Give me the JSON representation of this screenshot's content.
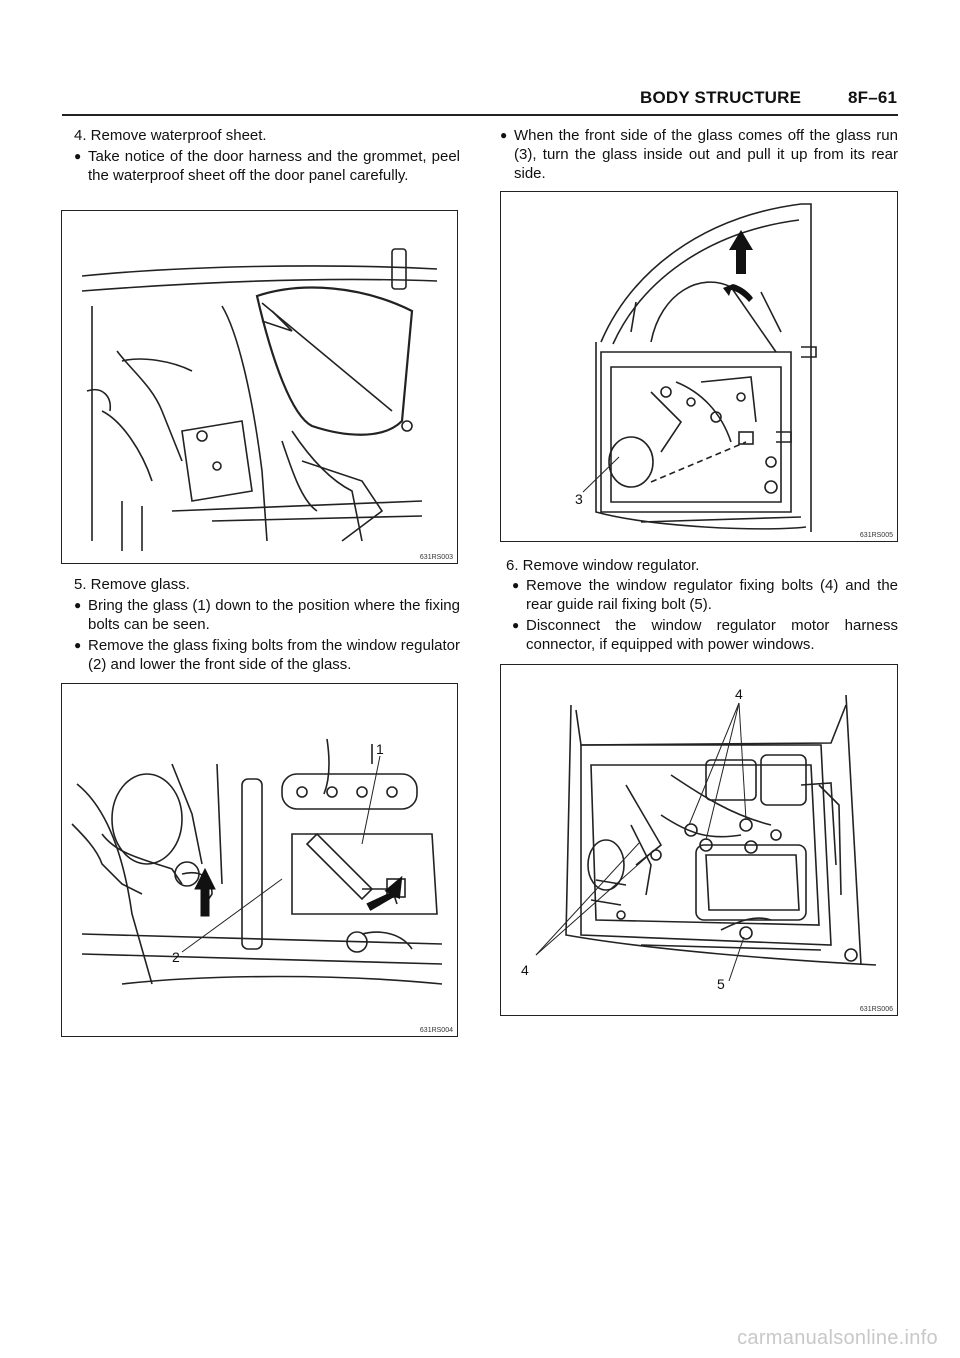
{
  "header": {
    "section": "BODY STRUCTURE",
    "page": "8F–61"
  },
  "left": {
    "step4": "4. Remove waterproof sheet.",
    "step4_bullet1": "Take notice of the door harness and the grommet, peel the waterproof sheet off the door panel carefully.",
    "fig1_id": "631RS003",
    "step5": "5. Remove glass.",
    "step5_bullet1": "Bring the glass (1) down to the position where the fixing bolts can be seen.",
    "step5_bullet2": "Remove the glass fixing bolts from the window regulator (2) and lower the front side of the glass.",
    "fig2_id": "631RS004",
    "fig2_callout1": "1",
    "fig2_callout2": "2"
  },
  "right": {
    "step5_bullet3": "When the front side of the glass comes off the glass run (3), turn the glass inside out and pull it up from its rear side.",
    "fig3_id": "631RS005",
    "fig3_callout3": "3",
    "step6": "6. Remove window regulator.",
    "step6_bullet1": "Remove the window regulator fixing bolts (4) and the rear guide rail fixing bolt (5).",
    "step6_bullet2": "Disconnect the window regulator motor harness connector, if equipped with power windows.",
    "fig4_id": "631RS006",
    "fig4_callout4a": "4",
    "fig4_callout4b": "4",
    "fig4_callout5": "5"
  },
  "bullet_glyph": "●",
  "watermark": "carmanualsonline.info"
}
